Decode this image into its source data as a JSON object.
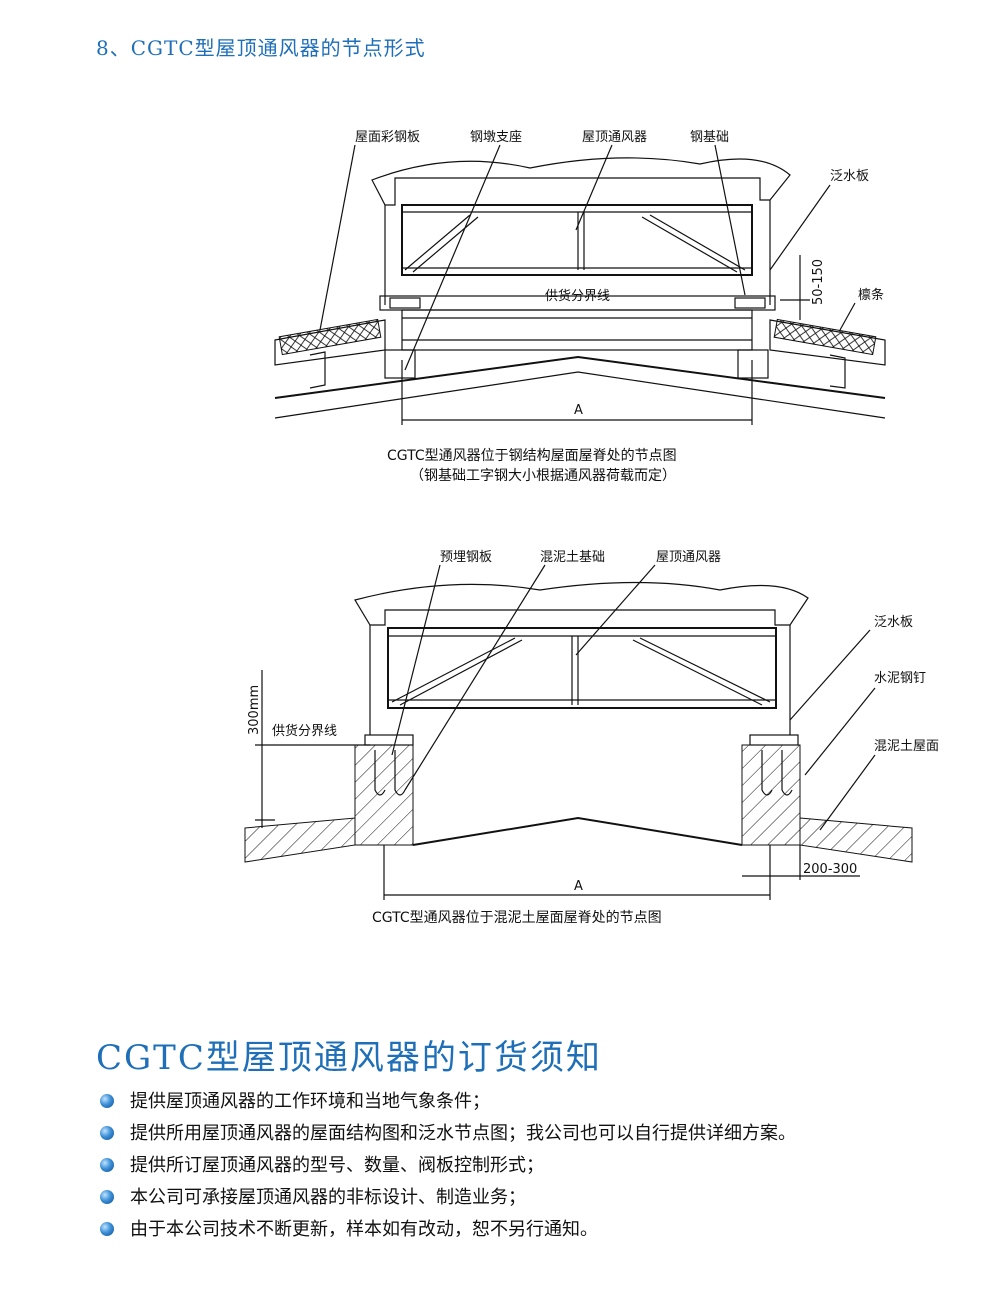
{
  "section_title": "8、CGTC型屋顶通风器的节点形式",
  "diagram1": {
    "labels": {
      "roof_color_steel": "屋面彩钢板",
      "steel_pier": "钢墩支座",
      "ventilator": "屋顶通风器",
      "steel_base": "钢基础",
      "flashing": "泛水板",
      "dim_50_150": "50-150",
      "purlin": "檩条",
      "supply_line": "供货分界线",
      "dim_a": "A"
    },
    "caption_line1": "CGTC型通风器位于钢结构屋面屋脊处的节点图",
    "caption_line2": "（钢基础工字钢大小根据通风器荷载而定）"
  },
  "diagram2": {
    "labels": {
      "embedded_plate": "预埋钢板",
      "concrete_base": "混泥土基础",
      "ventilator": "屋顶通风器",
      "flashing": "泛水板",
      "cement_nail": "水泥钢钉",
      "concrete_roof": "混泥土屋面",
      "dim_300": "300mm",
      "supply_line": "供货分界线",
      "dim_200_300": "200-300",
      "dim_a": "A"
    },
    "caption": "CGTC型通风器位于混泥土屋面屋脊处的节点图"
  },
  "notice": {
    "title": "CGTC型屋顶通风器的订货须知",
    "items": [
      "提供屋顶通风器的工作环境和当地气象条件；",
      "提供所用屋顶通风器的屋面结构图和泛水节点图；我公司也可以自行提供详细方案。",
      "提供所订屋顶通风器的型号、数量、阀板控制形式；",
      "本公司可承接屋顶通风器的非标设计、制造业务；",
      "由于本公司技术不断更新，样本如有改动，恕不另行通知。"
    ]
  },
  "colors": {
    "accent": "#1e6fb8",
    "text": "#111111"
  }
}
